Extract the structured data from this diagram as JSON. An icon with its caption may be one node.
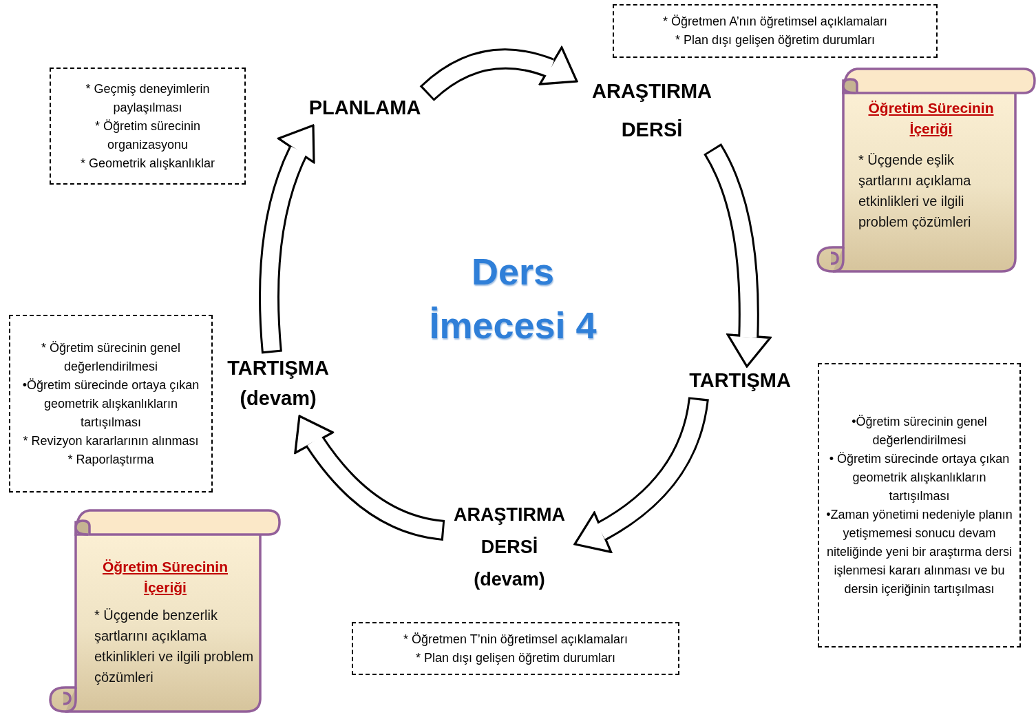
{
  "diagram": {
    "title": "Ders İmecesi 4",
    "nodes": [
      {
        "text": [
          "* Öğretmen A’nın öğretimsel açıklamaları",
          "* Plan dışı gelişen öğretim durumları"
        ]
      },
      {
        "text": [
          "* Geçmiş deneyimlerin paylaşılması",
          "* Öğretim sürecinin organizasyonu",
          "* Geometrik alışkanlıklar"
        ]
      },
      {
        "text": [
          "Öğretim Sürecinin İçeriği",
          "* Üçgende eşlik şartlarını açıklama etkinlikleri ve ilgili problem çözümleri"
        ]
      },
      {
        "text": [
          "PLANLAMA"
        ]
      },
      {
        "text": [
          "ARAŞTIRMA DERSİ"
        ]
      },
      {
        "text": [
          "TARTIŞMA (devam)"
        ]
      },
      {
        "text": [
          "TARTIŞMA"
        ]
      },
      {
        "text": [
          "•Öğretim sürecinin genel değerlendirilmesi",
          "• Öğretim sürecinde ortaya çıkan geometrik alışkanlıkların tartışılması",
          "•Zaman yönetimi nedeniyle planın yetişmemesi sonucu devam niteliğinde yeni bir araştırma dersi işlenmesi kararı alınması ve bu dersin içeriğinin tartışılması"
        ]
      },
      {
        "text": [
          "* Öğretim sürecinin genel değerlendirilmesi",
          "•Öğretim sürecinde ortaya çıkan geometrik alışkanlıkların tartışılması",
          "* Revizyon kararlarının alınması",
          "* Raporlaştırma"
        ]
      },
      {
        "text": [
          "ARAŞTIRMA DERSİ (devam)"
        ]
      },
      {
        "text": [
          "Öğretim Sürecinin İçeriği",
          "* Üçgende benzerlik şartlarını açıklama etkinlikleri ve ilgili problem çözümleri"
        ]
      },
      {
        "text": [
          "* Öğretmen T’nin öğretimsel açıklamaları",
          "* Plan dışı gelişen öğretim durumları"
        ]
      }
    ],
    "edges": [
      {
        "from": 3,
        "to": 4,
        "arrow": "to"
      },
      {
        "from": 4,
        "to": 6,
        "arrow": "to"
      },
      {
        "from": 6,
        "to": 9,
        "arrow": "to"
      },
      {
        "from": 9,
        "to": 5,
        "arrow": "to"
      },
      {
        "from": 5,
        "to": 3,
        "arrow": "to"
      }
    ]
  }
}
